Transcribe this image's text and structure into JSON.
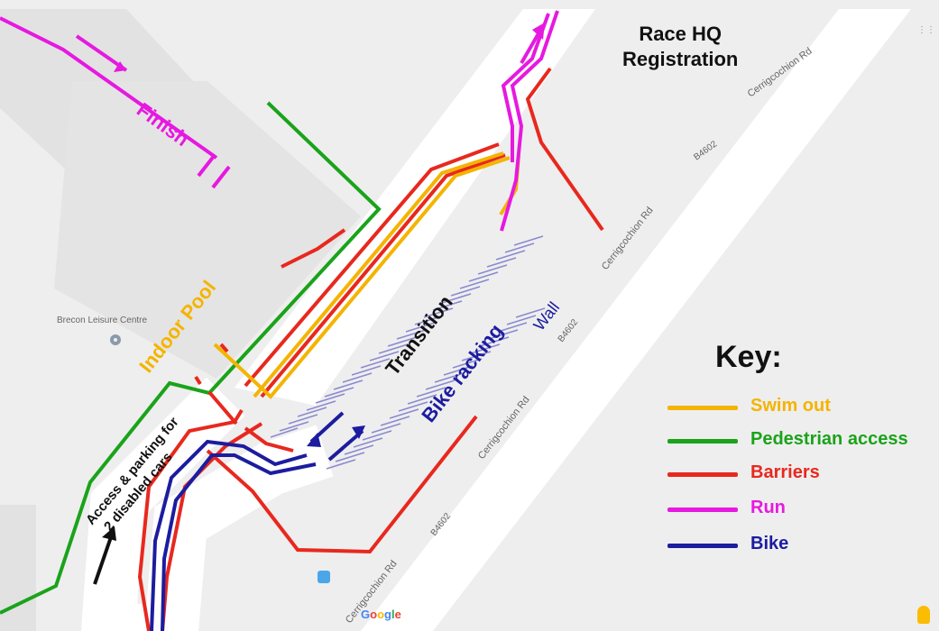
{
  "title": "Race HQ Registration",
  "hq": {
    "line1": "Race HQ",
    "line2": "Registration"
  },
  "labels": {
    "finish": "Finish",
    "indoor_pool": "Indoor Pool",
    "transition": "Transition",
    "bike_racking": "Bike racking",
    "wall": "Wall",
    "access": "Access & parking for",
    "access2": "2 disabled cars"
  },
  "map_labels": {
    "poi": "Brecon Leisure Centre",
    "road_top": "Cerrigcochion Rd",
    "road_mid": "Cerrigcochion Rd",
    "road_low": "Cerrigcochion Rd",
    "road_bottom": "Cerrigcochion Rd",
    "b_road_1": "B4602",
    "b_road_2": "B4602",
    "b_road_3": "B4602",
    "google": "Google"
  },
  "key": {
    "title": "Key:",
    "items": [
      {
        "label": "Swim out",
        "color": "#f4b400"
      },
      {
        "label": "Pedestrian access",
        "color": "#1aa31a"
      },
      {
        "label": "Barriers",
        "color": "#e8281e"
      },
      {
        "label": "Run",
        "color": "#e619e0"
      },
      {
        "label": "Bike",
        "color": "#1c1ca0"
      }
    ]
  },
  "colors": {
    "swim": "#f4b400",
    "pedestrian": "#1aa31a",
    "barrier": "#e8281e",
    "run": "#e619e0",
    "bike": "#1c1ca0",
    "road": "#ffffff",
    "building": "#e2e2e2",
    "background": "#eeeeee"
  }
}
